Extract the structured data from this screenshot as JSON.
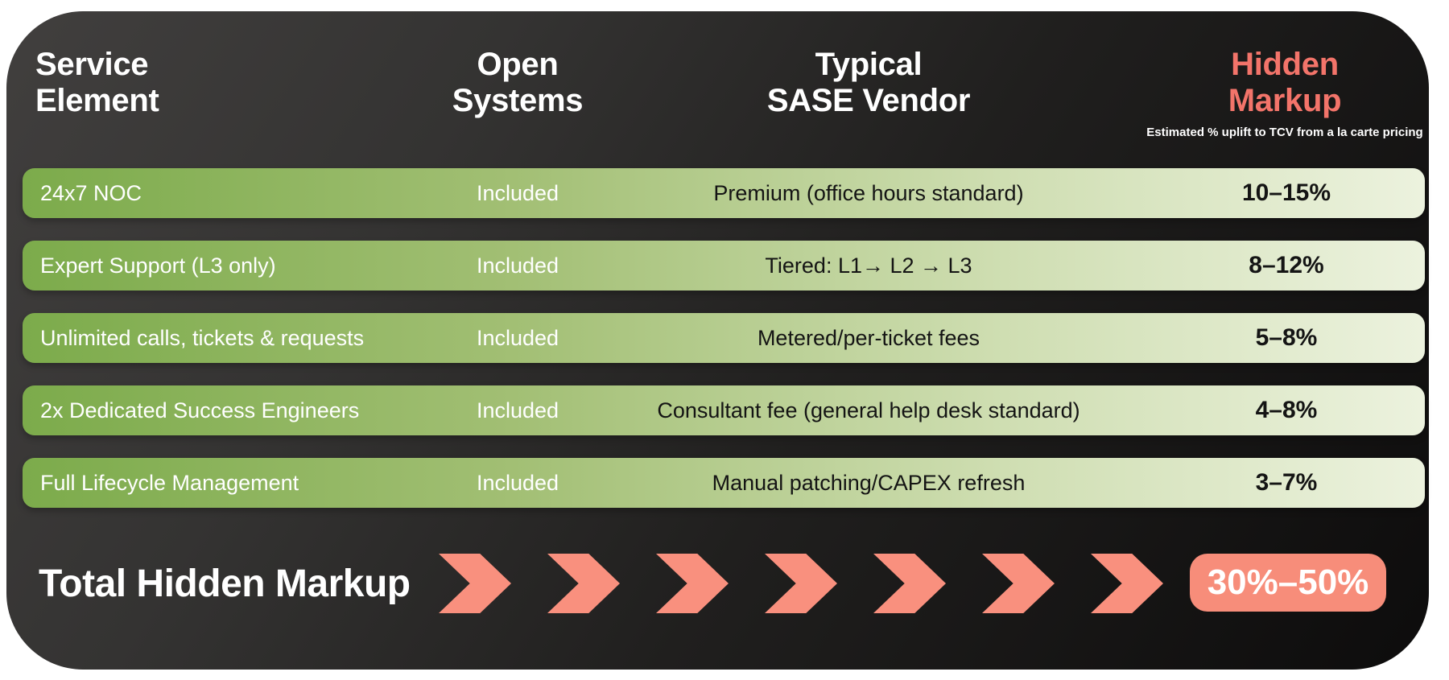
{
  "colors": {
    "card_bg_start": "#413f3e",
    "card_bg_end": "#0d0c0c",
    "row_green_start": "#7cab4b",
    "row_green_end": "#ecf2de",
    "accent_salmon": "#f3746a",
    "chevron_salmon": "#f9907e",
    "pill_salmon": "#f78d7a",
    "text_light": "#ffffff",
    "text_dark": "#141414"
  },
  "headers": {
    "service": {
      "line1": "Service",
      "line2": "Element"
    },
    "open_systems": {
      "line1": "Open",
      "line2": "Systems"
    },
    "sase": {
      "line1": "Typical",
      "line2": "SASE Vendor"
    },
    "markup": {
      "line1": "Hidden",
      "line2": "Markup",
      "subtitle": "Estimated % uplift to TCV from a la carte pricing"
    }
  },
  "rows": [
    {
      "service": "24x7 NOC",
      "open_systems": "Included",
      "sase_vendor": "Premium (office hours standard)",
      "markup": "10–15%"
    },
    {
      "service": "Expert Support (L3 only)",
      "open_systems": "Included",
      "sase_vendor": "Tiered: L1→ L2 → L3",
      "markup": "8–12%"
    },
    {
      "service": "Unlimited calls, tickets & requests",
      "open_systems": "Included",
      "sase_vendor": "Metered/per-ticket fees",
      "markup": "5–8%"
    },
    {
      "service": "2x Dedicated Success Engineers",
      "open_systems": "Included",
      "sase_vendor": "Consultant fee (general help desk standard)",
      "markup": "4–8%"
    },
    {
      "service": "Full Lifecycle Management",
      "open_systems": "Included",
      "sase_vendor": "Manual patching/CAPEX refresh",
      "markup": "3–7%"
    }
  ],
  "footer": {
    "total_label": "Total Hidden Markup",
    "total_value": "30%–50%"
  }
}
